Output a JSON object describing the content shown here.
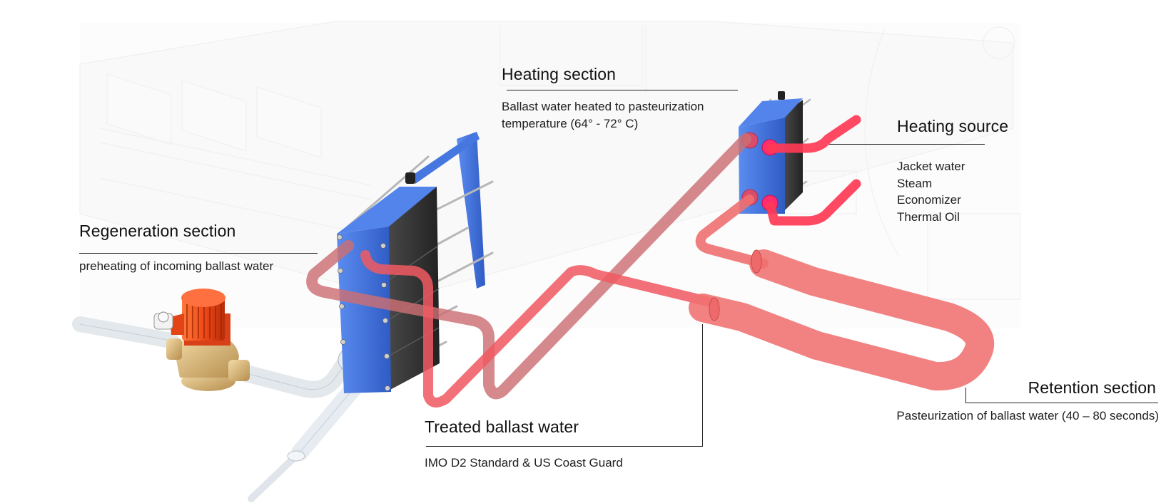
{
  "diagram": {
    "colors": {
      "hot_pipe": "#ff3a4f",
      "warm_pipe": "#e86a6a",
      "regen_pipe": "#c97373",
      "cold_pipe": "#dfe6ec",
      "phe_frame": "#3b6fd6",
      "phe_plates": "#3a3a3a",
      "pump_motor": "#f04a18",
      "pump_casing": "#d9b77a",
      "ghost_engine": "#f1f1f1",
      "leader_line": "#222222"
    },
    "icons": {
      "pump": "pump-icon",
      "regen_exchanger": "plate-heat-exchanger-icon",
      "heating_exchanger": "plate-heat-exchanger-icon",
      "retention_loop": "retention-pipe-icon"
    }
  },
  "sections": {
    "heating": {
      "title": "Heating section",
      "lines": [
        "Ballast water heated to pasteurization",
        "temperature (64° - 72° C)"
      ]
    },
    "heating_source": {
      "title": "Heating source",
      "items": [
        "Jacket water",
        "Steam",
        "Economizer",
        "Thermal Oil"
      ]
    },
    "regeneration": {
      "title": "Regeneration section",
      "description": "preheating of incoming ballast water"
    },
    "treated": {
      "title": "Treated ballast water",
      "description": "IMO D2 Standard & US Coast Guard"
    },
    "retention": {
      "title": "Retention section",
      "description": "Pasteurization of ballast water (40 – 80 seconds)"
    }
  }
}
